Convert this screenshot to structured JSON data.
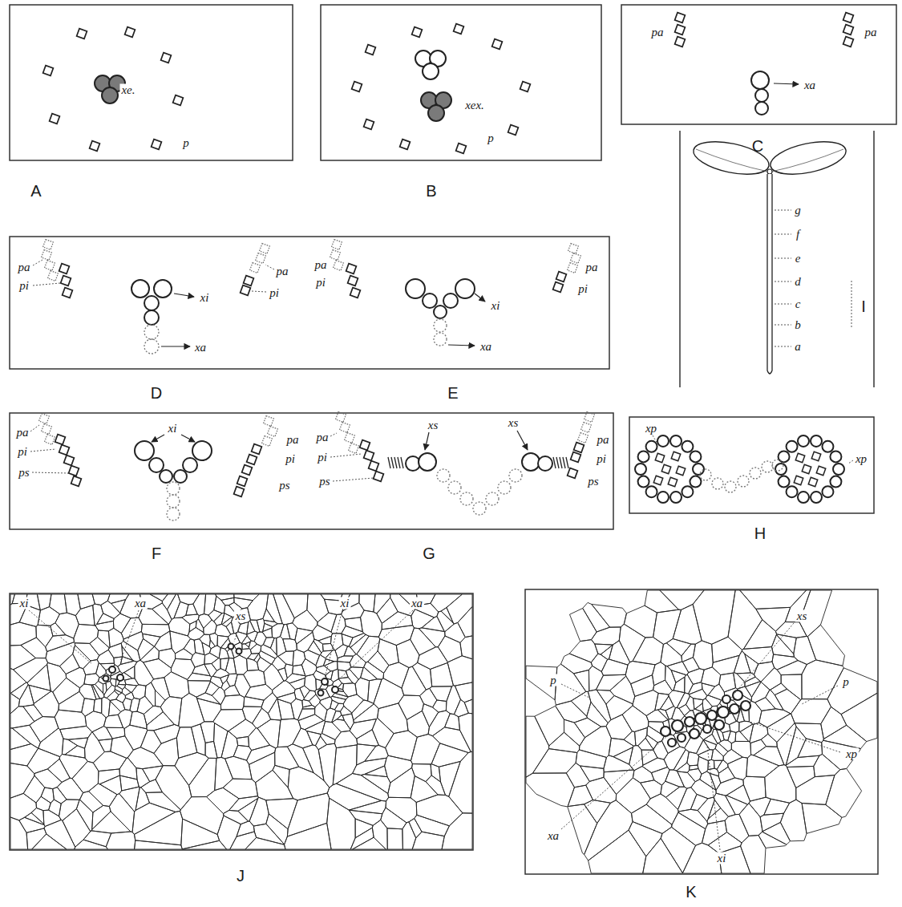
{
  "diagram": {
    "labels": [
      "xe.",
      "p",
      "A",
      "xex.",
      "p",
      "B",
      "pa",
      "pa",
      "xa",
      "C",
      "pa",
      "pi",
      "pa",
      "pi",
      "xi",
      "xa",
      "D",
      "pa",
      "pi",
      "pa",
      "pi",
      "xi",
      "xa",
      "E",
      "pa",
      "pi",
      "ps",
      "xi",
      "pa",
      "pi",
      "ps",
      "F",
      "xs",
      "xs",
      "pa",
      "pi",
      "ps",
      "pa",
      "pi",
      "ps",
      "G",
      "xp",
      "xp",
      "H",
      "g",
      "f",
      "e",
      "d",
      "c",
      "b",
      "a",
      "I",
      "xi",
      "xa",
      "xs",
      "xi",
      "xa",
      "J",
      "xs",
      "p",
      "p",
      "xp",
      "xa",
      "xi",
      "K"
    ]
  }
}
